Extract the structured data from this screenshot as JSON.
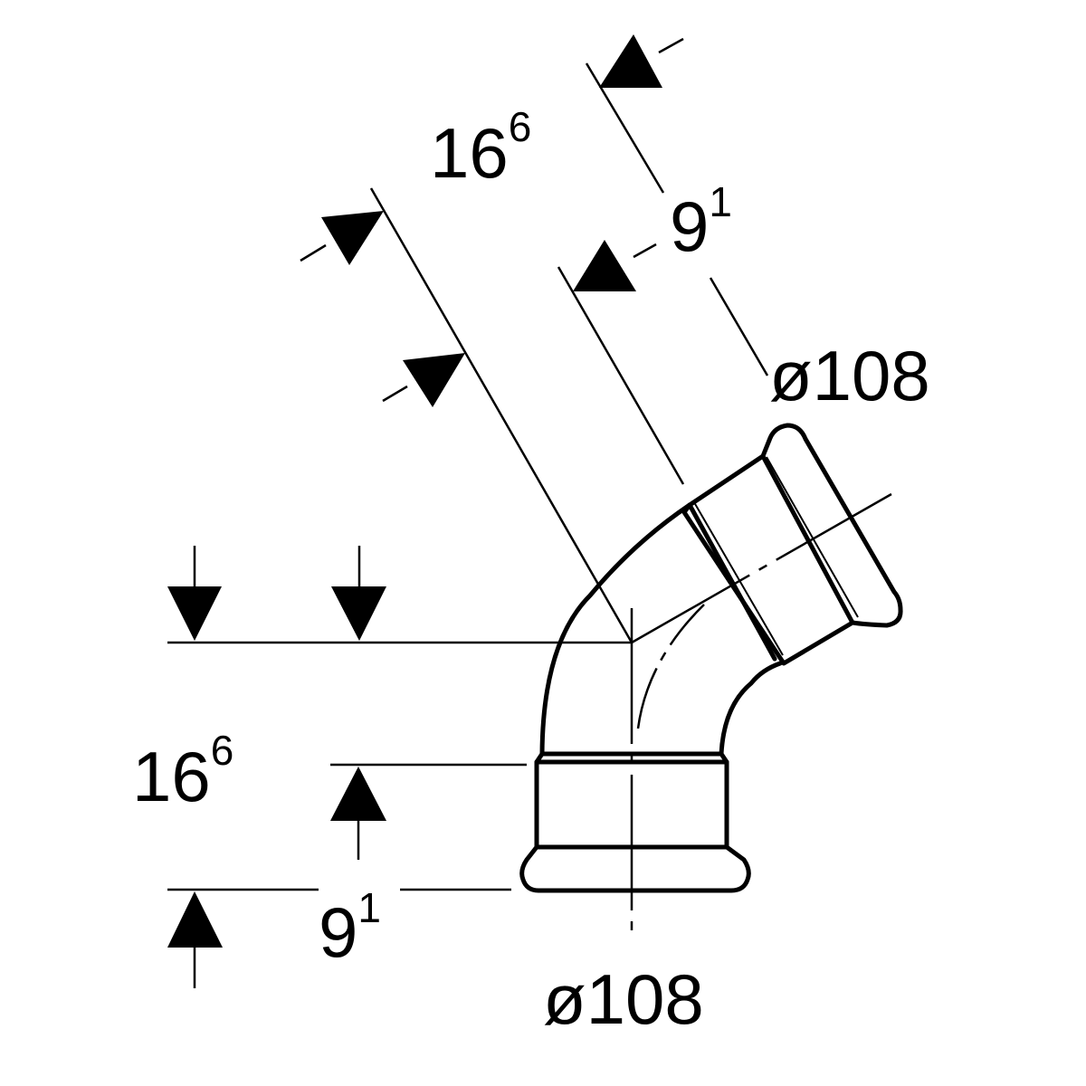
{
  "diagram": {
    "type": "technical drawing - 45 degree press fitting elbow",
    "colors": {
      "line": "#000000",
      "background": "#ffffff"
    },
    "labels": {
      "top_center_to_end": {
        "main": "16",
        "sup": "6"
      },
      "top_insertion_depth": {
        "main": "9",
        "sup": "1"
      },
      "top_diameter": "ø108",
      "left_center_to_end": {
        "main": "16",
        "sup": "6"
      },
      "bottom_insertion_depth": {
        "main": "9",
        "sup": "1"
      },
      "bottom_diameter": "ø108"
    }
  }
}
